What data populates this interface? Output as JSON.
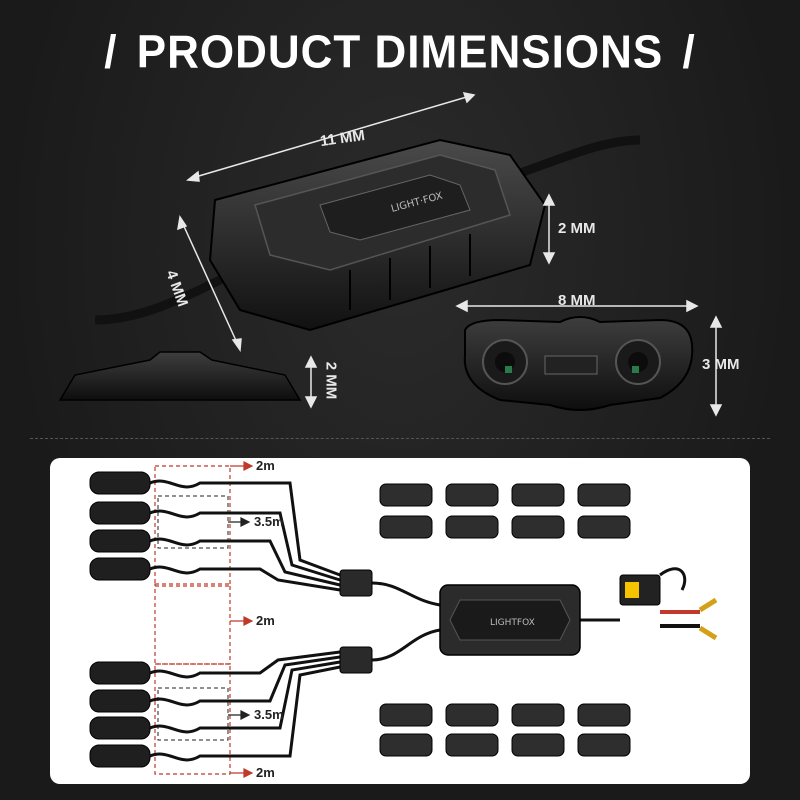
{
  "title": {
    "slash_left": "/",
    "text": "PRODUCT DIMENSIONS",
    "slash_right": "/"
  },
  "controller_dims": {
    "length": "11 MM",
    "width": "4 MM",
    "height": "2 MM"
  },
  "pod_dims": {
    "width": "8 MM",
    "height": "3 MM",
    "side_height": "2 MM"
  },
  "wiring": {
    "len_top": "2m",
    "len_upper_mid": "3.5m",
    "len_middle": "2m",
    "len_lower_mid": "3.5m",
    "len_bottom": "2m"
  },
  "colors": {
    "background": "#1c1c1c",
    "panel": "#ffffff",
    "dashed_red": "#c0392b",
    "fuse": "#f5c400"
  }
}
